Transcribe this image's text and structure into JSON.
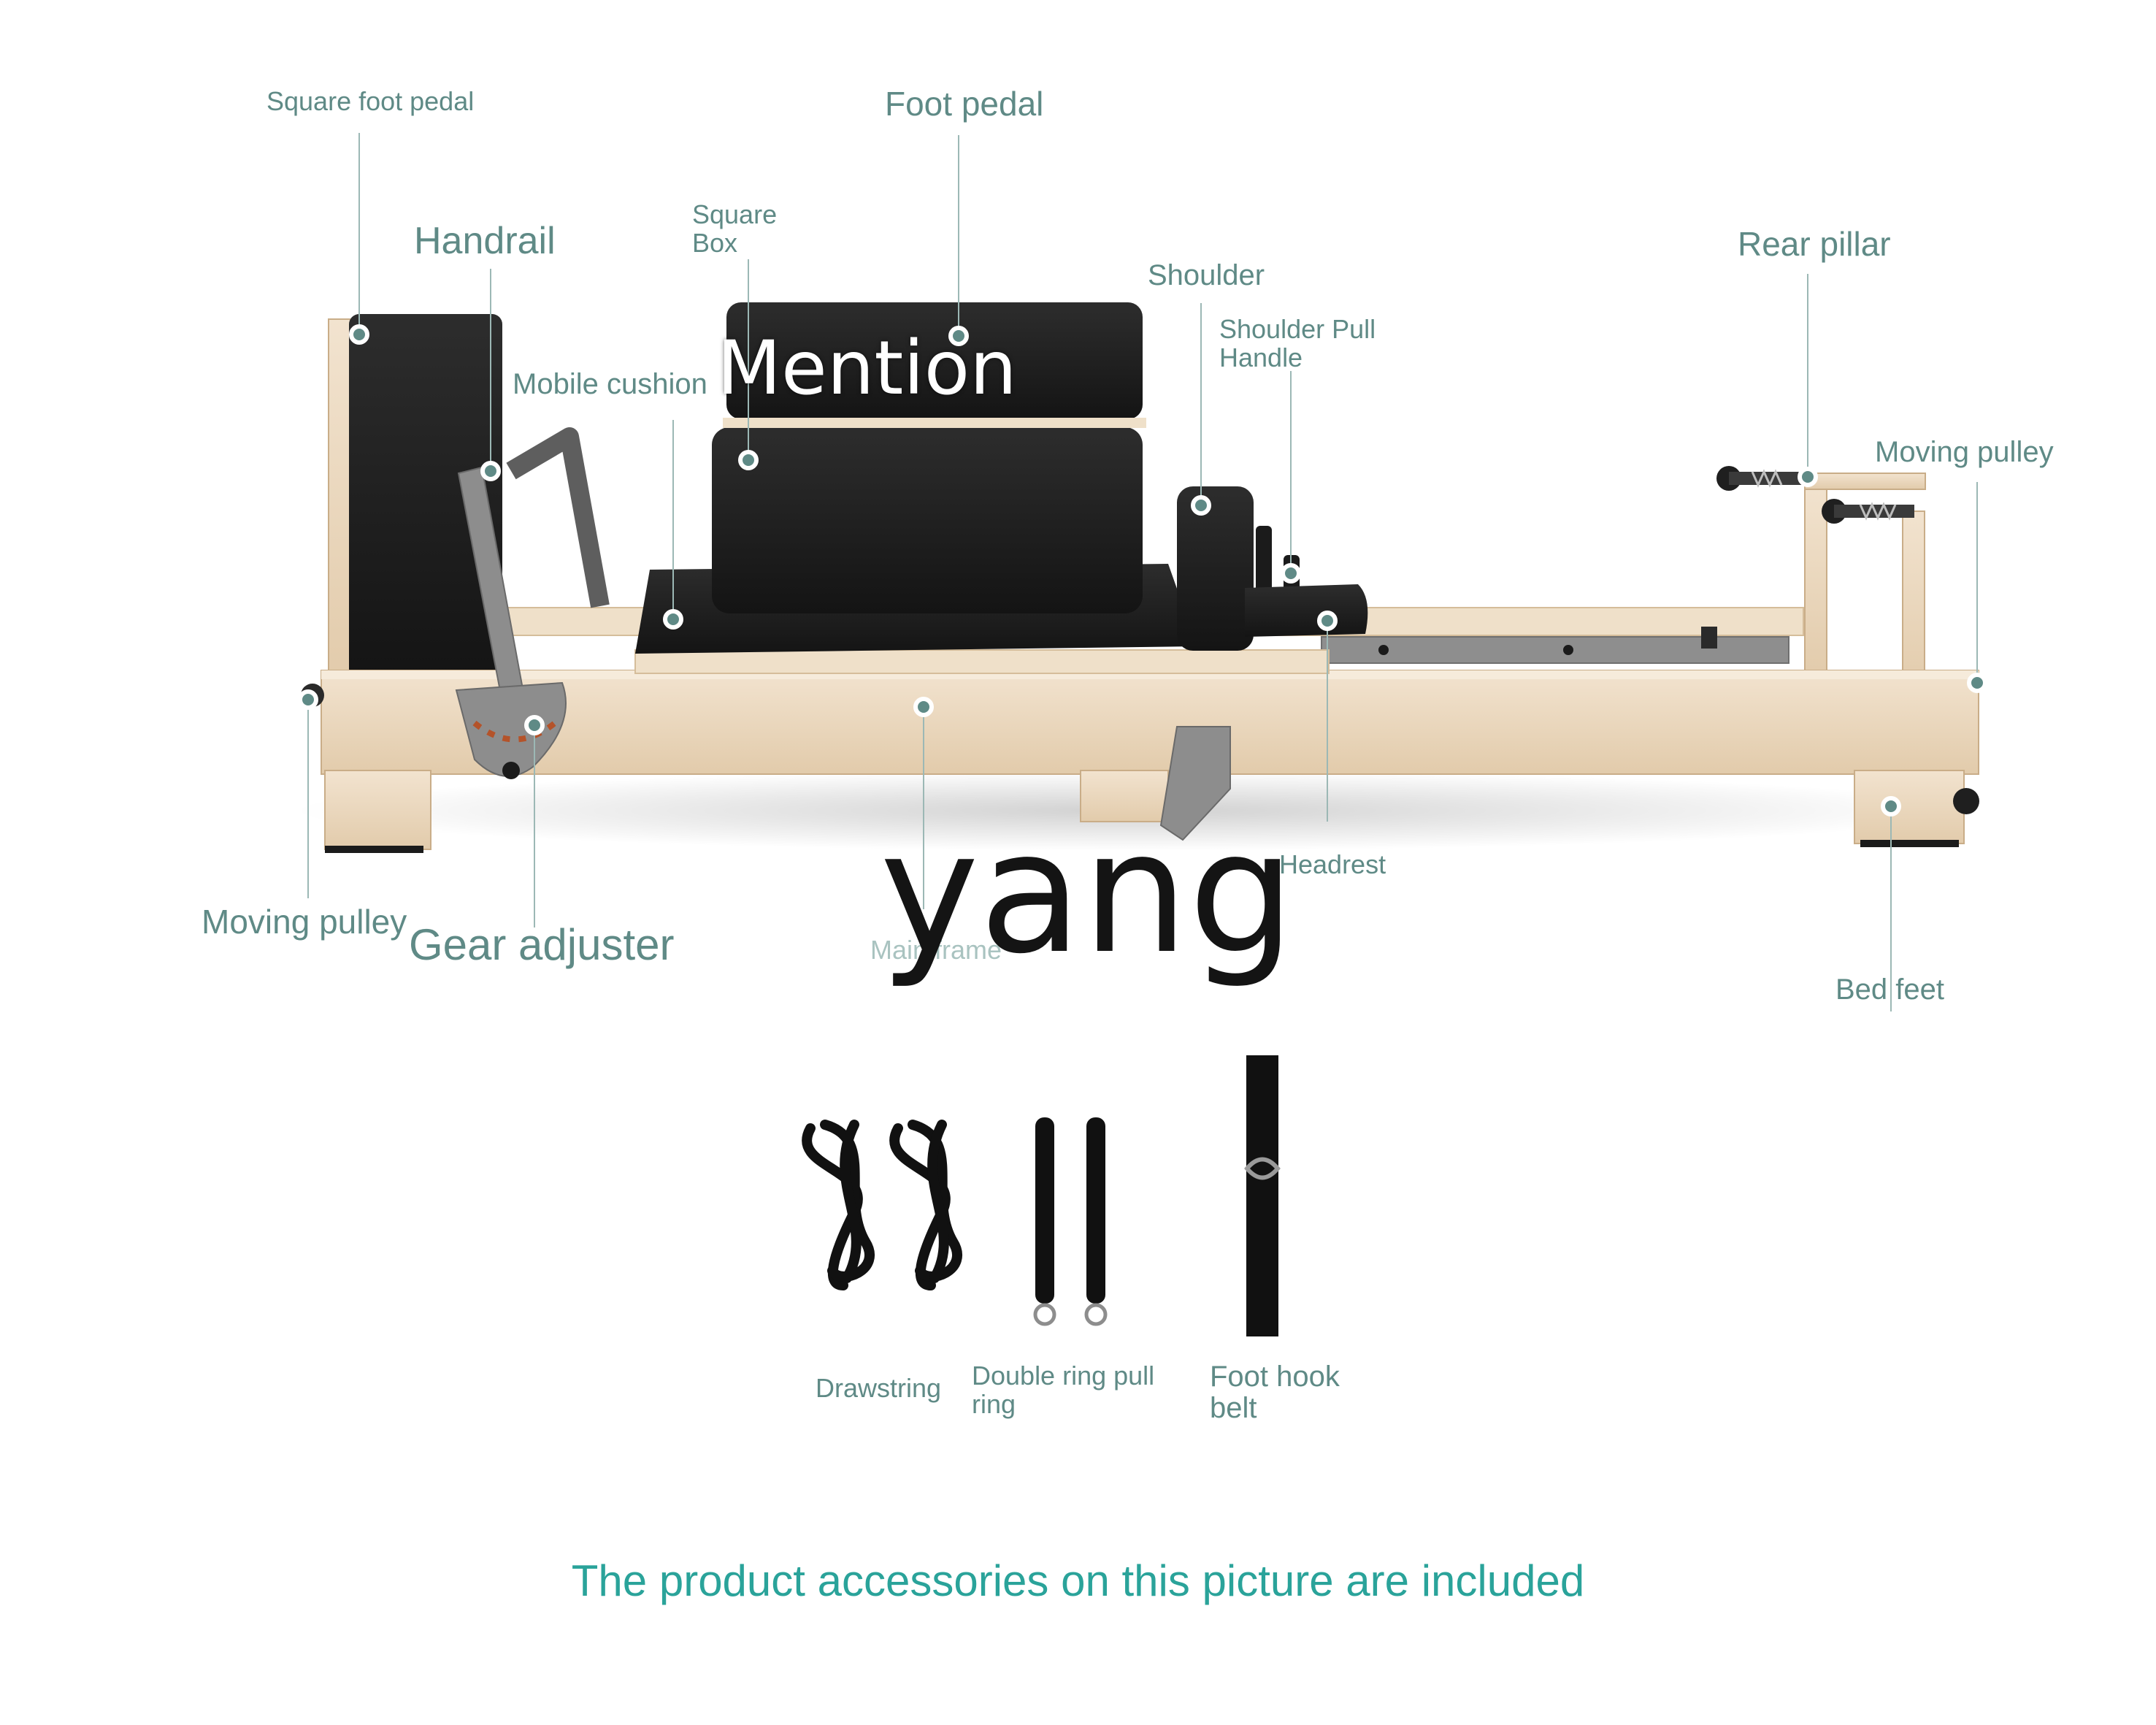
{
  "labels": {
    "square_foot_pedal": "Square foot pedal",
    "foot_pedal": "Foot pedal",
    "handrail": "Handrail",
    "square_box_line1": "Square",
    "square_box_line2": "Box",
    "shoulder": "Shoulder",
    "shoulder_pull_line1": "Shoulder Pull",
    "shoulder_pull_line2": "Handle",
    "rear_pillar": "Rear pillar",
    "mobile_cushion": "Mobile cushion",
    "moving_pulley_right": "Moving pulley",
    "moving_pulley_left": "Moving pulley",
    "gear_adjuster": "Gear adjuster",
    "headrest": "Headrest",
    "main_frame": "Main frame",
    "bed_feet": "Bed feet",
    "drawstring": "Drawstring",
    "double_ring_line1": "Double ring pull",
    "double_ring_line2": "ring",
    "foot_hook_line1": "Foot hook",
    "foot_hook_line2": "belt"
  },
  "watermarks": {
    "mention": "Mention",
    "yang": "yang"
  },
  "caption": "The product accessories on this picture are included",
  "colors": {
    "label": "#5f8a86",
    "caption": "#2aa39a",
    "wood": "#ecd9c0",
    "cushion": "#1b1b1b",
    "steel": "#8d8d8d"
  }
}
